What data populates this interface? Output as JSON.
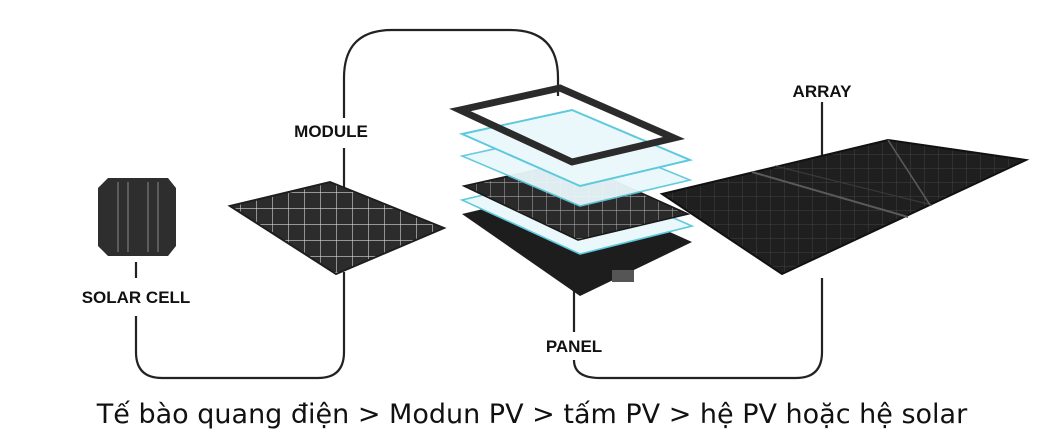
{
  "labels": {
    "solar_cell": "SOLAR CELL",
    "module": "MODULE",
    "panel": "PANEL",
    "array": "ARRAY"
  },
  "caption": "Tế bào quang điện > Modun PV > tấm PV > hệ PV hoặc hệ solar",
  "colors": {
    "cell": "#2e2e2e",
    "cell_line": "#6f6f6f",
    "grid_line": "#cfcfcf",
    "frame": "#2b2b2b",
    "glass": "#5ec9dc",
    "glass_fill": "#eaf8fb",
    "backsheet": "#1d1d1d",
    "connector": "#222222"
  },
  "icons": [
    "solar-cell-icon",
    "module-icon",
    "panel-exploded-icon",
    "array-icon"
  ]
}
